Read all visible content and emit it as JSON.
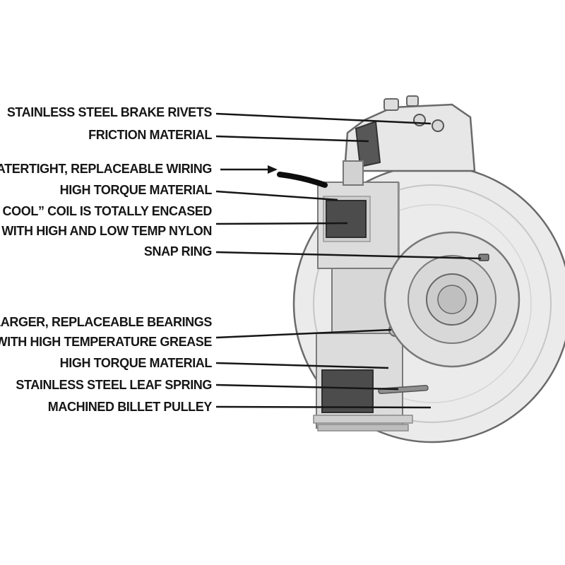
{
  "page": {
    "background_color": "#ffffff",
    "line_color": "#161616",
    "coil_color": "#4c4c4c",
    "metal_color": "#e9e9e9"
  },
  "callouts": [
    {
      "id": "brake-rivets",
      "lines": [
        "STAINLESS STEEL BRAKE RIVETS"
      ]
    },
    {
      "id": "friction-material",
      "lines": [
        "FRICTION MATERIAL"
      ]
    },
    {
      "id": "wiring",
      "lines": [
        "WATERTIGHT, REPLACEABLE WIRING"
      ]
    },
    {
      "id": "high-torque-upper",
      "lines": [
        "HIGH TORQUE MATERIAL"
      ]
    },
    {
      "id": "run-cool-coil",
      "lines": [
        "“RUN COOL” COIL IS TOTALLY ENCASED",
        "WITH HIGH AND LOW TEMP NYLON"
      ]
    },
    {
      "id": "snap-ring",
      "lines": [
        "SNAP RING"
      ]
    },
    {
      "id": "bearings",
      "lines": [
        "LARGER, REPLACEABLE BEARINGS",
        "WITH HIGH TEMPERATURE GREASE"
      ]
    },
    {
      "id": "high-torque-lower",
      "lines": [
        "HIGH TORQUE MATERIAL"
      ]
    },
    {
      "id": "leaf-spring",
      "lines": [
        "STAINLESS STEEL LEAF SPRING"
      ]
    },
    {
      "id": "billet-pulley",
      "lines": [
        "MACHINED BILLET PULLEY"
      ]
    }
  ]
}
